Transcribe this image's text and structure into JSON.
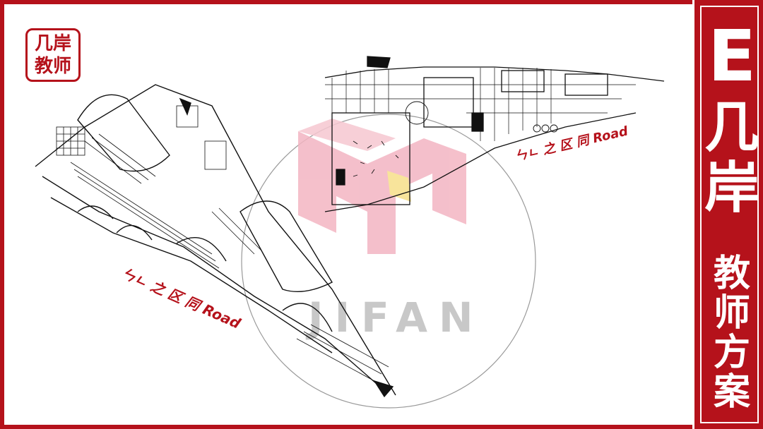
{
  "logo": {
    "line1": "几岸",
    "line2": "教师"
  },
  "sidebar": {
    "letter": "E",
    "char1": "几",
    "char2": "岸",
    "subtitle_chars": [
      "教",
      "师",
      "方",
      "案"
    ]
  },
  "watermark": {
    "text": "JIFAN"
  },
  "sketch_labels": {
    "left": "ㄣㄴ 之 区 同 Road",
    "right": "ㄣㄴ 之 区 同 Road"
  },
  "colors": {
    "brand_red": "#b5121b",
    "watermark_pink": "#f3b5c2",
    "watermark_gray": "#c8c8c8",
    "accent_yellow": "#f7e08a"
  }
}
